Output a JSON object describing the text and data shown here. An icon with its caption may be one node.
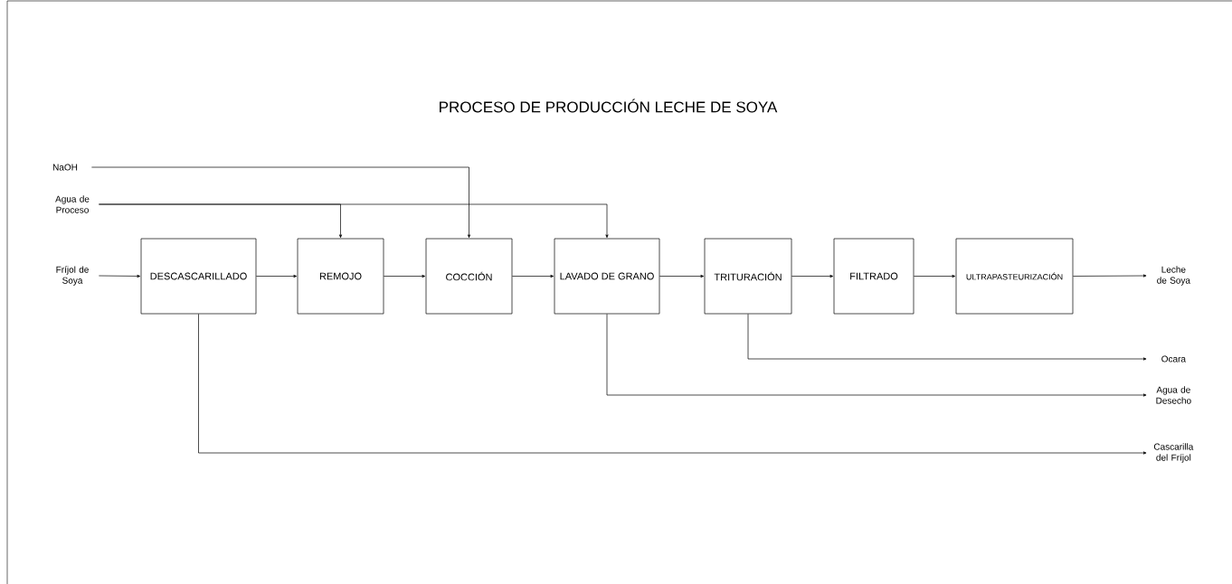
{
  "diagram": {
    "title": "PROCESO DE PRODUCCIÓN LECHE DE SOYA",
    "nodes": [
      {
        "text": [
          "NaOH"
        ]
      },
      {
        "text": [
          "Agua de Proceso"
        ]
      },
      {
        "text": [
          "Fríjol de Soya"
        ]
      },
      {
        "text": [
          "DESCASCARILLADO"
        ]
      },
      {
        "text": [
          "REMOJO"
        ]
      },
      {
        "text": [
          "COCCIÓN"
        ]
      },
      {
        "text": [
          "LAVADO DE GRANO"
        ]
      },
      {
        "text": [
          "TRITURACIÓN"
        ]
      },
      {
        "text": [
          "FILTRADO"
        ]
      },
      {
        "text": [
          "ULTRAPASTEURIZACIÓN"
        ]
      },
      {
        "text": [
          "Leche de Soya"
        ]
      },
      {
        "text": [
          "Ocara"
        ]
      },
      {
        "text": [
          "Agua de Desecho"
        ]
      },
      {
        "text": [
          "Cascarilla del Fríjol"
        ]
      }
    ],
    "edges": [
      {
        "from": 0,
        "to": 5,
        "arrow": "to"
      },
      {
        "from": 1,
        "to": 4,
        "arrow": "to"
      },
      {
        "from": 1,
        "to": 6,
        "arrow": "to"
      },
      {
        "from": 2,
        "to": 3,
        "arrow": "to"
      },
      {
        "from": 3,
        "to": 4,
        "arrow": "to"
      },
      {
        "from": 4,
        "to": 5,
        "arrow": "to"
      },
      {
        "from": 5,
        "to": 6,
        "arrow": "to"
      },
      {
        "from": 6,
        "to": 7,
        "arrow": "to"
      },
      {
        "from": 7,
        "to": 8,
        "arrow": "to"
      },
      {
        "from": 8,
        "to": 9,
        "arrow": "to"
      },
      {
        "from": 9,
        "to": 10,
        "arrow": "to"
      },
      {
        "from": 7,
        "to": 11,
        "arrow": "to"
      },
      {
        "from": 6,
        "to": 12,
        "arrow": "to"
      },
      {
        "from": 3,
        "to": 13,
        "arrow": "to"
      }
    ]
  }
}
